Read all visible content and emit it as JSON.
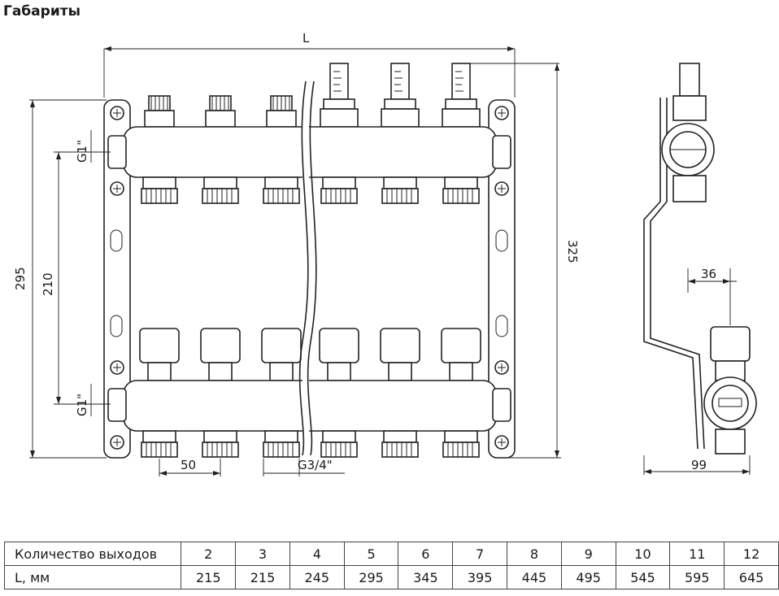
{
  "page": {
    "title": "Габариты"
  },
  "drawing": {
    "dimensions": {
      "length": "L",
      "total_height": "325",
      "height_295": "295",
      "height_210": "210",
      "thread_top": "G1\"",
      "thread_bottom": "G1\"",
      "pitch": "50",
      "outlet_thread": "G3/4\"",
      "offset": "36",
      "depth": "99"
    }
  },
  "table": {
    "rows": [
      {
        "label": "Количество выходов",
        "values": [
          "2",
          "3",
          "4",
          "5",
          "6",
          "7",
          "8",
          "9",
          "10",
          "11",
          "12"
        ]
      },
      {
        "label": "L, мм",
        "values": [
          "215",
          "215",
          "245",
          "295",
          "345",
          "395",
          "445",
          "495",
          "545",
          "595",
          "645"
        ]
      }
    ]
  }
}
